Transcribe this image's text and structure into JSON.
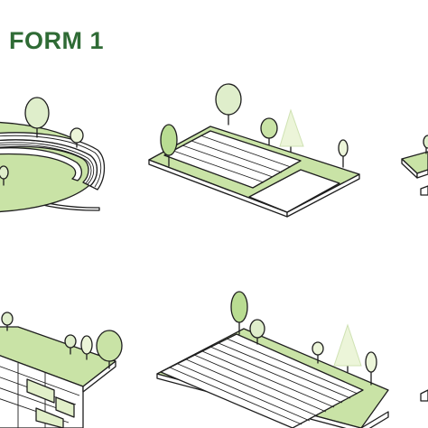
{
  "title": "FORM 1",
  "colors": {
    "title": "#2f6b35",
    "grass": "#c9e3a6",
    "grass_light": "#e1efc9",
    "tree": "#b9dc92",
    "tree_light": "#dfeecb",
    "tree_pale": "#ecf5d9",
    "outline": "#1e1e1e"
  },
  "panels": [
    {
      "name": "amphitheater"
    },
    {
      "name": "steps-with-ramp"
    },
    {
      "name": "partial-form-right"
    },
    {
      "name": "terraced-seating"
    },
    {
      "name": "long-steps"
    },
    {
      "name": "partial-form-edge"
    }
  ]
}
